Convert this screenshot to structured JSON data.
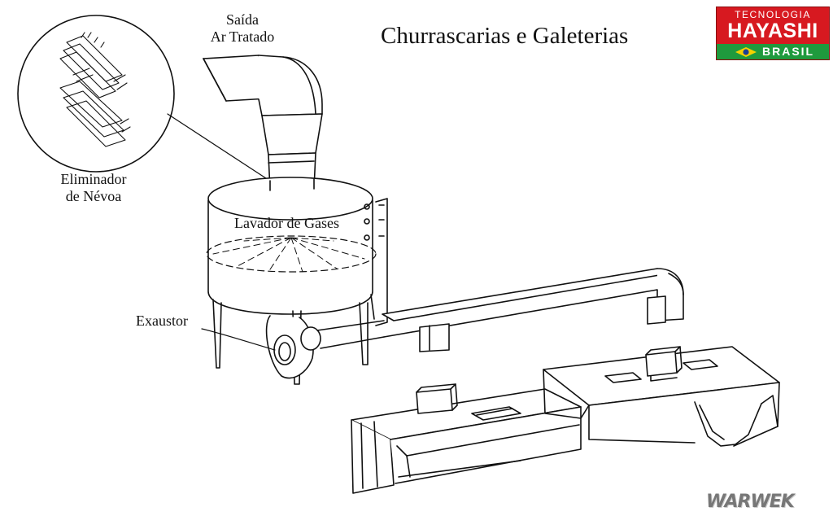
{
  "title": "Churrascarias e Galeterias",
  "labels": {
    "saida_line1": "Saída",
    "saida_line2": "Ar Tratado",
    "eliminador_line1": "Eliminador",
    "eliminador_line2": "de Névoa",
    "lavador": "Lavador de Gases",
    "exaustor": "Exaustor"
  },
  "logo": {
    "line1": "TECNOLOGIA",
    "line2": "HAYASHI",
    "line3": "BRASIL",
    "colors": {
      "red": "#d71920",
      "green": "#1f9a3d",
      "yellow": "#f5d100",
      "blue": "#1c3f94"
    }
  },
  "signature": "WARWEK",
  "colors": {
    "ink": "#111111",
    "background": "#ffffff"
  }
}
